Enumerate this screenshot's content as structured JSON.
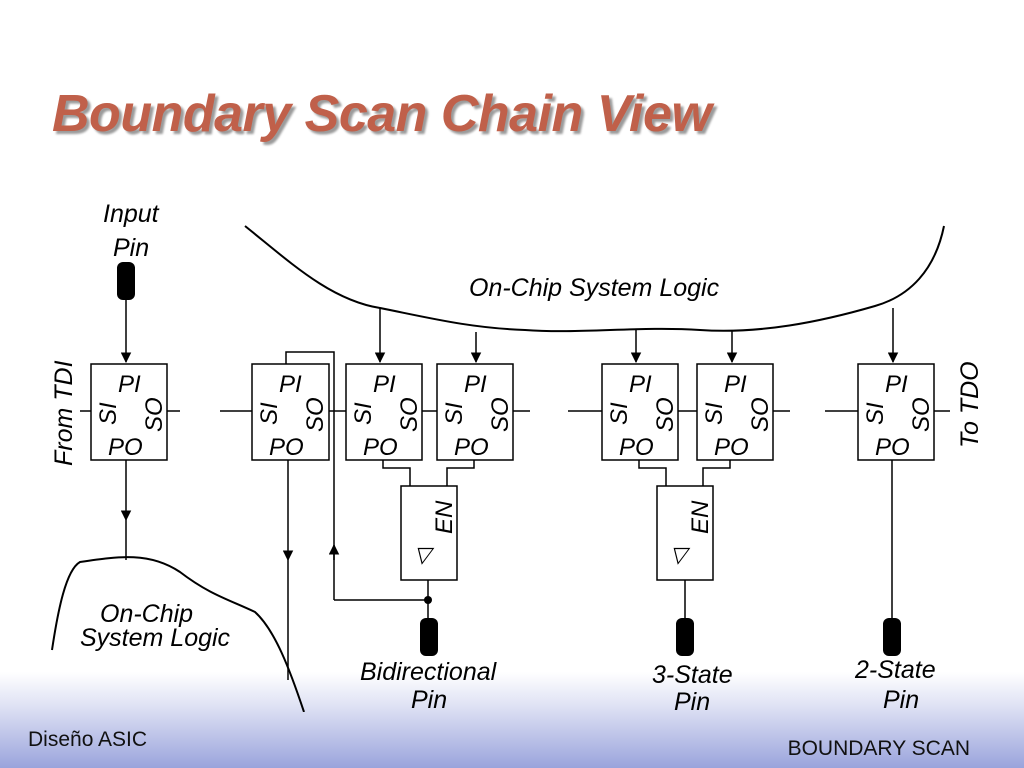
{
  "slide": {
    "title": "Boundary Scan Chain View",
    "footer_left": "Diseño ASIC",
    "footer_right": "BOUNDARY SCAN"
  },
  "diagram": {
    "labels": {
      "input_pin_line1": "Input",
      "input_pin_line2": "Pin",
      "on_chip_logic_top": "On-Chip System Logic",
      "on_chip_logic_bottom_line1": "On-Chip",
      "on_chip_logic_bottom_line2": "System Logic",
      "from_tdi": "From TDI",
      "to_tdo": "To TDO",
      "bidirectional_line1": "Bidirectional",
      "bidirectional_line2": "Pin",
      "three_state_line1": "3-State",
      "three_state_line2": "Pin",
      "two_state_line1": "2-State",
      "two_state_line2": "Pin"
    },
    "cell_ports": {
      "pi": "PI",
      "si": "SI",
      "so": "SO",
      "po": "PO"
    },
    "buffer_enable": "EN",
    "buffer_symbol": "▽"
  }
}
